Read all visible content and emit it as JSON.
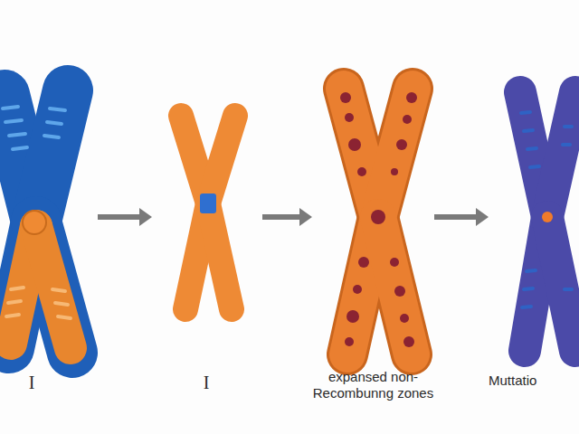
{
  "diagram": {
    "nodes": [
      {
        "text": [
          "I"
        ]
      },
      {
        "text": [
          "I"
        ]
      },
      {
        "text": [
          "expansed non- Recombunng zones"
        ]
      },
      {
        "text": [
          "Muttatio"
        ]
      }
    ],
    "edges": [
      {
        "from": 0,
        "to": 1,
        "arrow": "to"
      },
      {
        "from": 1,
        "to": 2,
        "arrow": "to"
      },
      {
        "from": 2,
        "to": 3,
        "arrow": "to"
      }
    ]
  }
}
